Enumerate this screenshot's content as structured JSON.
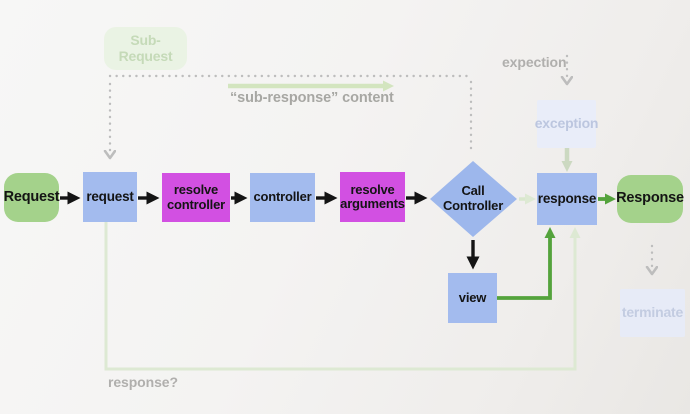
{
  "title": "Request / Response kernel flow diagram",
  "colors": {
    "terminal_green": "#a4d28b",
    "process_blue": "#a3bbee",
    "process_magenta": "#d250e2",
    "diamond_blue": "#9db7ec",
    "ghost_green_fill": "#eaf3e4",
    "ghost_blue_fill": "#e9edf9",
    "arrow_black": "#141414",
    "arrow_green": "#54a33c",
    "arrow_faint_green": "#dde9d3",
    "arrow_sage": "#ccd9c1",
    "dotted_gray": "#bdbdbd",
    "annotation_gray": "#b0afad"
  },
  "nodes": {
    "request_outer": {
      "label": "Request"
    },
    "request": {
      "label": "request"
    },
    "resolve_controller": {
      "label": "resolve controller"
    },
    "controller": {
      "label": "controller"
    },
    "resolve_arguments": {
      "label": "resolve arguments"
    },
    "call_controller": {
      "label": "Call Controller"
    },
    "response": {
      "label": "response"
    },
    "response_outer": {
      "label": "Response"
    },
    "view": {
      "label": "view"
    },
    "sub_request": {
      "label": "Sub-Request"
    },
    "exception": {
      "label": "exception"
    },
    "terminate": {
      "label": "terminate"
    }
  },
  "annotations": {
    "expection": "expection",
    "sub_response": "“sub-response” content",
    "response_question": "response?"
  }
}
